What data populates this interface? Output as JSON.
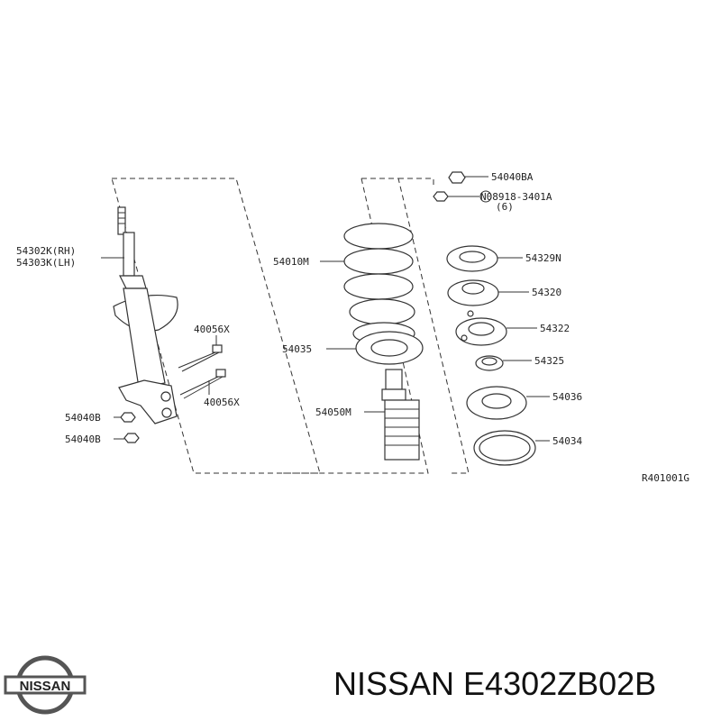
{
  "diagram": {
    "labels": {
      "strut_rh": "54302K(RH)",
      "strut_lh": "54303K(LH)",
      "bolt_upper": "40056X",
      "bolt_lower": "40056X",
      "nut_1": "54040B",
      "nut_2": "54040B",
      "spring": "54010M",
      "spring_seat": "54035",
      "bumper": "54050M",
      "top_nut": "54040BA",
      "washer_code": "N08918-3401A",
      "washer_qty": "(6)",
      "mount_plate": "54329N",
      "mount_insulator": "54320",
      "mount_bracket": "54322",
      "bearing": "54325",
      "upper_seat": "54036",
      "rubber_seat": "54034"
    },
    "ref_code": "R401001G"
  },
  "brand": {
    "logo_text": "NISSAN",
    "title": "NISSAN E4302ZB02B"
  }
}
